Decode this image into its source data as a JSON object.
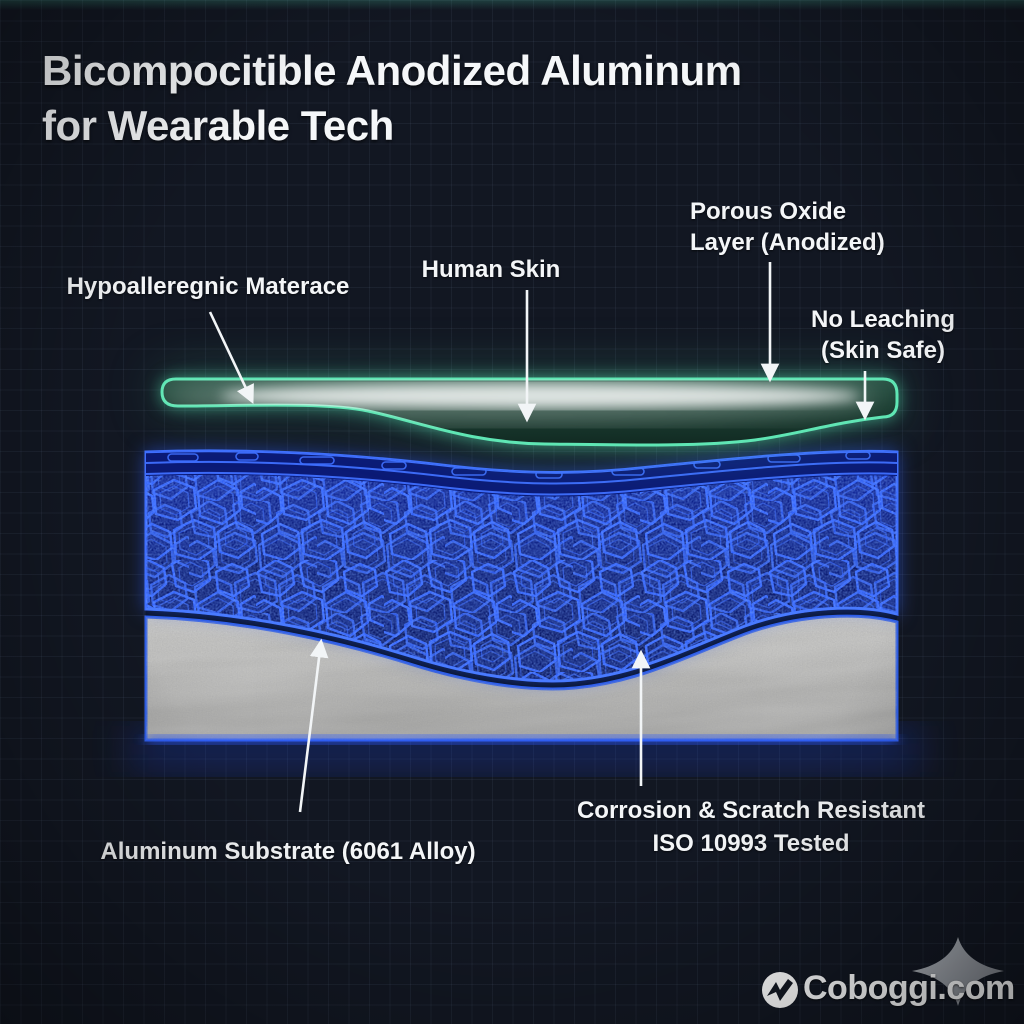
{
  "title": {
    "line1": "Bicompocitible Anodized Aluminum",
    "line2": "for Wearable Tech"
  },
  "callouts": {
    "hypoallergenic": {
      "label": "Hypoalleregnic Materace"
    },
    "human_skin": {
      "label": "Human Skin"
    },
    "porous_oxide": {
      "line1": "Porous Oxide",
      "line2": "Layer (Anodized)"
    },
    "no_leaching": {
      "line1": "No Leaching",
      "line2": "(Skin Safe)"
    },
    "aluminum_substrate": {
      "label": "Aluminum Substrate (6061 Alloy)"
    },
    "corrosion": {
      "line1": "Corrosion & Scratch Resistant",
      "line2": "ISO 10993 Tested"
    }
  },
  "diagram": {
    "layers": [
      {
        "name": "human-skin-layer",
        "style": "translucent teal band"
      },
      {
        "name": "porous-oxide-layer",
        "style": "blue honeycomb cells"
      },
      {
        "name": "aluminum-substrate-layer",
        "style": "brushed gray metal"
      }
    ]
  },
  "footer": {
    "brand": "Coboggi.com",
    "logo_icon": "coboggi-circle-logo",
    "sparkle_icon": "sparkle-star"
  },
  "colors": {
    "background": "#121722",
    "grid_line": "#232c3a",
    "accent_teal": "#57e6b2",
    "accent_blue": "#3462ff",
    "substrate_gray": "#b9b9b7",
    "text": "#f4f6f8",
    "sparkle_gray": "#8d939b"
  }
}
